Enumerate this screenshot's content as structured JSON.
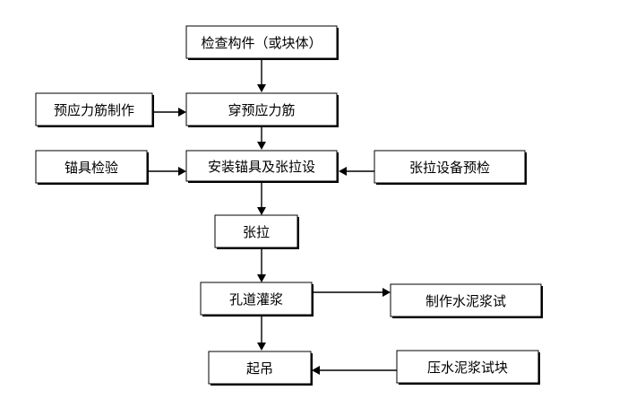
{
  "nodes": {
    "check_member": "检查构件（或块体）",
    "prestress_bar_make": "预应力筋制作",
    "thread_bar": "穿预应力筋",
    "anchor_check": "锚具检验",
    "install_anchor": "安装锚具及张拉设",
    "equipment_precheck": "张拉设备预检",
    "tension": "张拉",
    "grouting": "孔道灌浆",
    "make_test_block": "制作水泥浆试",
    "lift": "起吊",
    "press_test_block": "压水泥浆试块"
  }
}
